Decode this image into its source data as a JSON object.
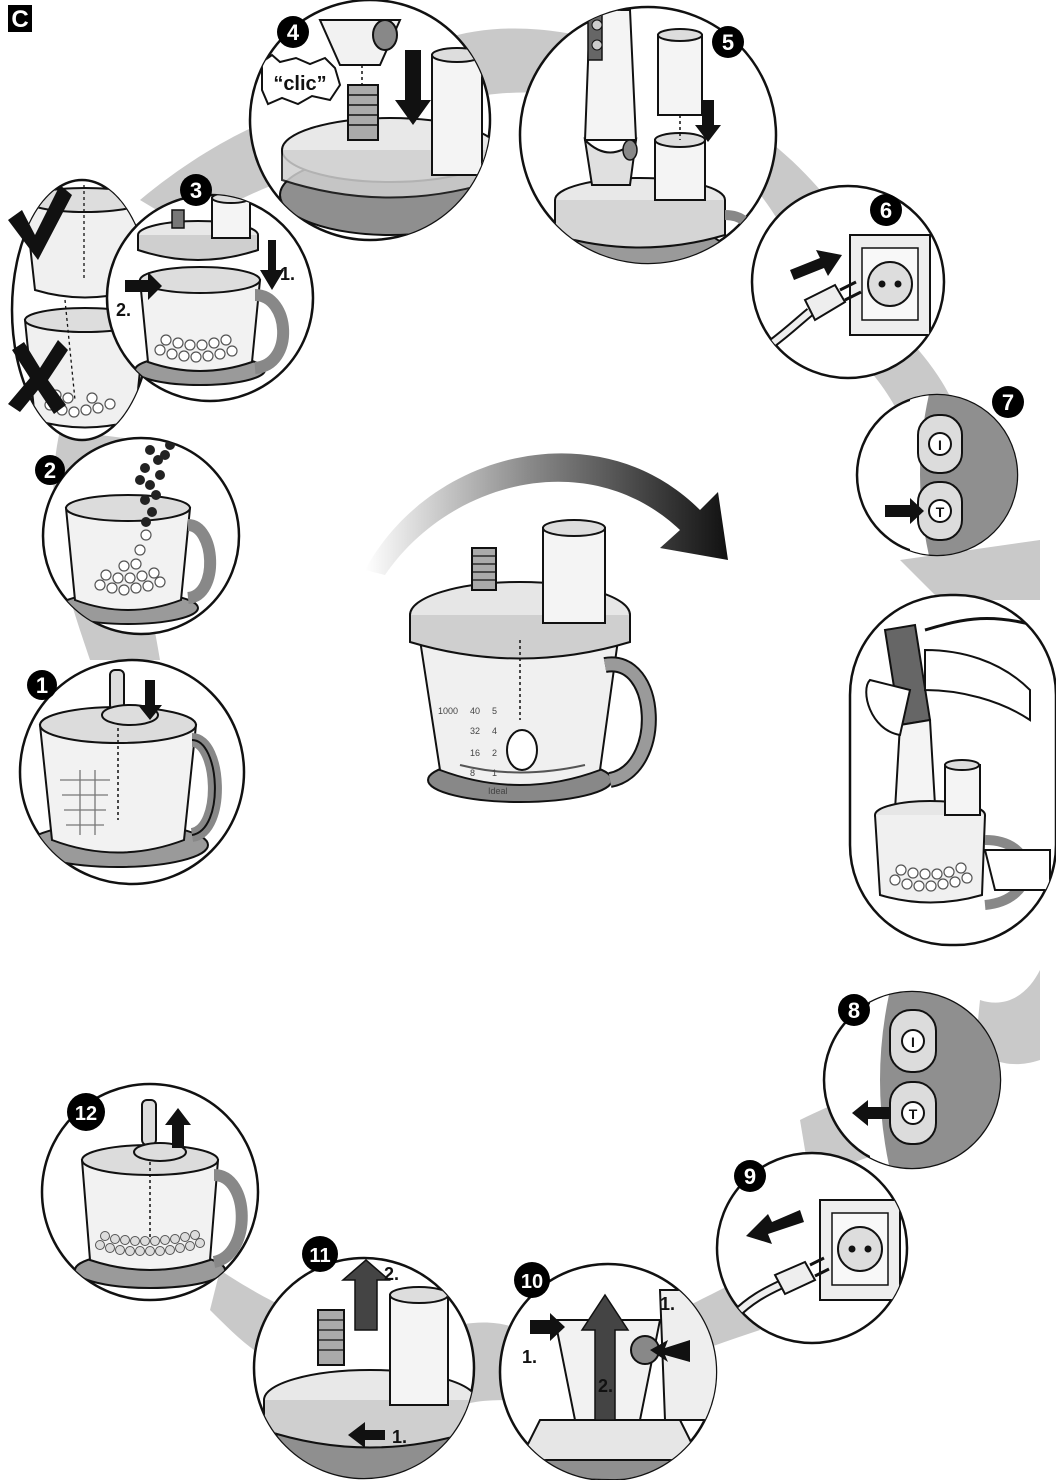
{
  "section_label": "C",
  "steps": [
    {
      "number": "1"
    },
    {
      "number": "2"
    },
    {
      "number": "3",
      "sub_labels": [
        "1.",
        "2."
      ]
    },
    {
      "number": "4",
      "sound_text": "“clic”"
    },
    {
      "number": "5"
    },
    {
      "number": "6"
    },
    {
      "number": "7",
      "button_top": "I",
      "button_bottom": "T"
    },
    {
      "number": "8",
      "button_top": "I",
      "button_bottom": "T"
    },
    {
      "number": "9"
    },
    {
      "number": "10",
      "sub_labels": [
        "1.",
        "1.",
        "2."
      ]
    },
    {
      "number": "11",
      "sub_labels": [
        "1.",
        "2."
      ]
    },
    {
      "number": "12"
    }
  ],
  "center_jug_markings": [
    "1000",
    "40",
    "5",
    "32",
    "4",
    "16",
    "2",
    "8",
    "1",
    "Ideal"
  ],
  "colors": {
    "outline": "#111111",
    "band": "#c7c7c7",
    "appliance_gray": "#8f8f8f",
    "light_gray": "#e6e6e6",
    "dark": "#2a2a2a",
    "badge": "#000000",
    "badge_text": "#ffffff"
  }
}
